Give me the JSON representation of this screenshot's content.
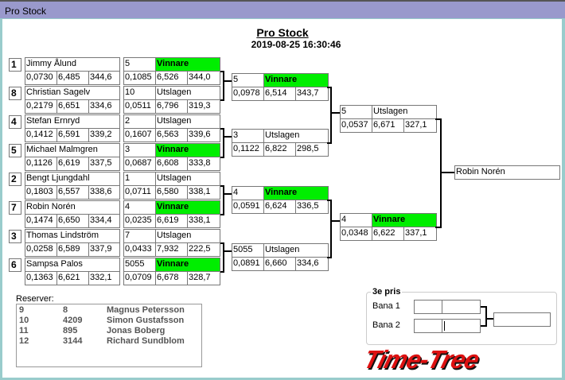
{
  "window": {
    "title": "Pro Stock"
  },
  "header": {
    "title": "Pro Stock",
    "datetime": "2019-08-25 16:30:46"
  },
  "round1": [
    {
      "seed": "1",
      "name": "Jimmy Ålund",
      "q": [
        "0,0730",
        "6,485",
        "344,6"
      ],
      "lane": "5",
      "result": "Vinnare",
      "win": true,
      "r": [
        "0,1085",
        "6,526",
        "344,0"
      ]
    },
    {
      "seed": "8",
      "name": "Christian Sagelv",
      "q": [
        "0,2179",
        "6,651",
        "334,6"
      ],
      "lane": "10",
      "result": "Utslagen",
      "win": false,
      "r": [
        "0,0511",
        "6,796",
        "319,3"
      ]
    },
    {
      "seed": "4",
      "name": "Stefan Ernryd",
      "q": [
        "0,1412",
        "6,591",
        "339,2"
      ],
      "lane": "2",
      "result": "Utslagen",
      "win": false,
      "r": [
        "0,1607",
        "6,563",
        "339,6"
      ]
    },
    {
      "seed": "5",
      "name": "Michael Malmgren",
      "q": [
        "0,1126",
        "6,619",
        "337,5"
      ],
      "lane": "3",
      "result": "Vinnare",
      "win": true,
      "r": [
        "0,0687",
        "6,608",
        "333,8"
      ]
    },
    {
      "seed": "2",
      "name": "Bengt Ljungdahl",
      "q": [
        "0,1803",
        "6,557",
        "338,6"
      ],
      "lane": "1",
      "result": "Utslagen",
      "win": false,
      "r": [
        "0,0711",
        "6,580",
        "338,1"
      ]
    },
    {
      "seed": "7",
      "name": "Robin Norén",
      "q": [
        "0,1474",
        "6,650",
        "334,4"
      ],
      "lane": "4",
      "result": "Vinnare",
      "win": true,
      "r": [
        "0,0235",
        "6,619",
        "338,1"
      ]
    },
    {
      "seed": "3",
      "name": "Thomas Lindström",
      "q": [
        "0,0258",
        "6,589",
        "337,9"
      ],
      "lane": "7",
      "result": "Utslagen",
      "win": false,
      "r": [
        "0,0433",
        "7,932",
        "222,5"
      ]
    },
    {
      "seed": "6",
      "name": "Sampsa Palos",
      "q": [
        "0,1363",
        "6,621",
        "332,1"
      ],
      "lane": "5055",
      "result": "Vinnare",
      "win": true,
      "r": [
        "0,0709",
        "6,678",
        "328,7"
      ]
    }
  ],
  "round2": [
    {
      "lane": "5",
      "result": "Vinnare",
      "win": true,
      "r": [
        "0,0978",
        "6,514",
        "343,7"
      ]
    },
    {
      "lane": "3",
      "result": "Utslagen",
      "win": false,
      "r": [
        "0,1122",
        "6,822",
        "298,5"
      ]
    },
    {
      "lane": "4",
      "result": "Vinnare",
      "win": true,
      "r": [
        "0,0591",
        "6,624",
        "336,5"
      ]
    },
    {
      "lane": "5055",
      "result": "Utslagen",
      "win": false,
      "r": [
        "0,0891",
        "6,660",
        "334,6"
      ]
    }
  ],
  "round3": [
    {
      "lane": "5",
      "result": "Utslagen",
      "win": false,
      "r": [
        "0,0537",
        "6,671",
        "327,1"
      ]
    },
    {
      "lane": "4",
      "result": "Vinnare",
      "win": true,
      "r": [
        "0,0348",
        "6,622",
        "337,1"
      ]
    }
  ],
  "winner": "Robin Norén",
  "reserves": {
    "label": "Reserver:",
    "rows": [
      [
        "9",
        "8",
        "Magnus Petersson"
      ],
      [
        "10",
        "4209",
        "Simon Gustafsson"
      ],
      [
        "11",
        "895",
        "Jonas Boberg"
      ],
      [
        "12",
        "3144",
        "Richard Sundblom"
      ]
    ]
  },
  "third_place": {
    "title": "3e pris",
    "lane1": "Bana 1",
    "lane2": "Bana 2"
  },
  "logo": "Time-Tree",
  "colors": {
    "winner": "#00ee00",
    "titlebar": "#9999cc",
    "frame": "#99cccc",
    "logo": "#dd1111"
  }
}
